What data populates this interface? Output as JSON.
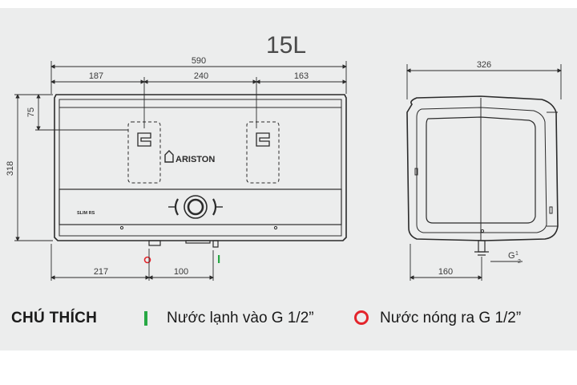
{
  "title": "15L",
  "brand": "ARISTON",
  "model_label": "SLIM RS",
  "dimensions": {
    "width_total": "590",
    "seg_left": "187",
    "seg_middle": "240",
    "seg_right": "163",
    "height_total": "318",
    "top_offset": "75",
    "inlet_left": "217",
    "inlet_spacing": "100",
    "depth": "326",
    "pipe_offset": "160",
    "thread": "G",
    "thread_num": "1",
    "thread_den": "2"
  },
  "legend": {
    "title": "CHÚ THÍCH",
    "cold": "Nước lạnh vào G 1/2”",
    "hot": "Nước nóng ra G 1/2”"
  },
  "colors": {
    "cold": "#27a844",
    "hot": "#e3242b",
    "line": "#2b2b2b",
    "background": "#eceded"
  }
}
